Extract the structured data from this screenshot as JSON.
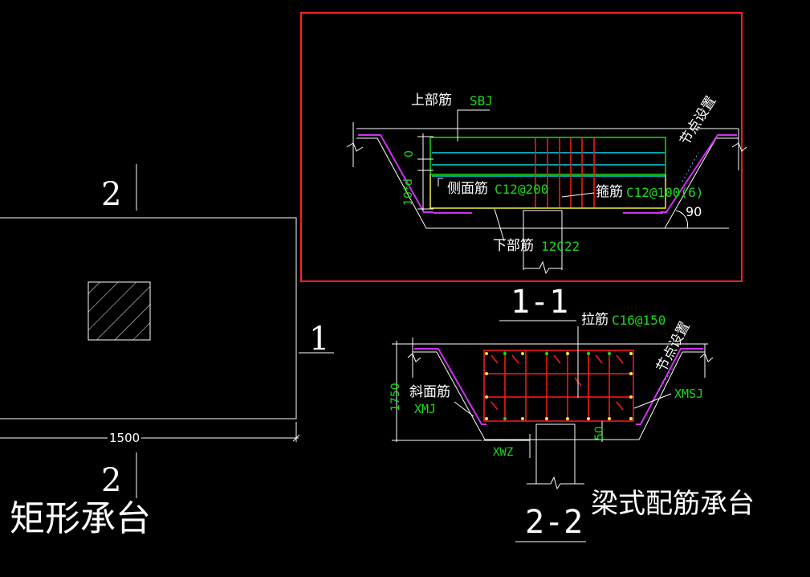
{
  "colors": {
    "background": "#000000",
    "outline": "#ffffff",
    "selection": "#ff2020",
    "green": "#19d919",
    "cyan": "#00d8e8",
    "yellow": "#f0f040",
    "red": "#ff1a1a",
    "magenta": "#d030f0"
  },
  "left_plan": {
    "section_mark_top": "2",
    "section_mark_bottom": "2",
    "section_mark_right": "1",
    "dimension": "1500",
    "title": "矩形承台"
  },
  "section_1_1": {
    "label_top_rebar": "上部筋",
    "code_top_rebar": "SBJ",
    "label_side_rebar": "侧面筋",
    "code_side_rebar": "C12@200",
    "label_stirrup": "箍筋",
    "code_stirrup": "C12@100(6)",
    "label_bottom_rebar": "下部筋",
    "code_bottom_rebar": "12C22",
    "node_setting": "节点设置",
    "angle": "90",
    "dim_zero": "0",
    "dim_10d": "10*d",
    "title": "1-1"
  },
  "section_2_2": {
    "label_tie": "拉筋",
    "code_tie": "C16@150",
    "node_setting": "节点设置",
    "label_slope_rebar": "斜面筋",
    "code_slope_rebar": "XMJ",
    "code_xmsj": "XMSJ",
    "code_xwz": "XWZ",
    "dim_height": "1750",
    "dim_50": "50",
    "title": "2-2",
    "caption": "梁式配筋承台"
  }
}
